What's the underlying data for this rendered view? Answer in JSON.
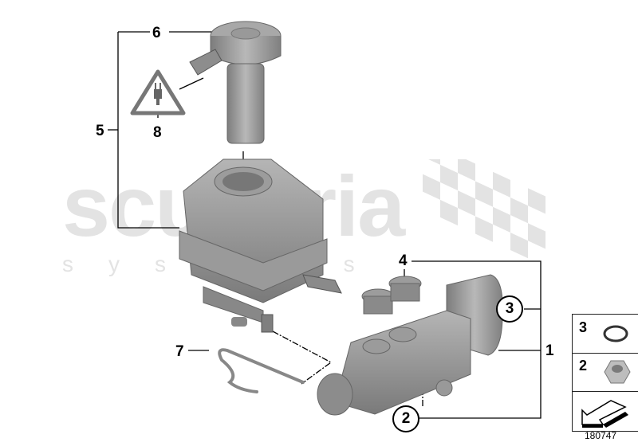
{
  "watermark": {
    "brand": "scuderia",
    "tagline": "systems"
  },
  "callouts": [
    {
      "id": "1",
      "style": "plain"
    },
    {
      "id": "2",
      "style": "circled"
    },
    {
      "id": "3",
      "style": "circled"
    },
    {
      "id": "4",
      "style": "plain"
    },
    {
      "id": "5",
      "style": "plain"
    },
    {
      "id": "6",
      "style": "plain"
    },
    {
      "id": "7",
      "style": "plain"
    },
    {
      "id": "8",
      "style": "plain"
    }
  ],
  "labels": {
    "c1": "1",
    "c2": "2",
    "c3": "3",
    "c4": "4",
    "c5": "5",
    "c6": "6",
    "c7": "7",
    "c8": "8"
  },
  "parts": {
    "master_cylinder": "1",
    "cap_screw_kit": "2",
    "o_ring": "3",
    "grommet_seals": "4",
    "reservoir_assembly": "5",
    "reservoir_cap_with_sensor": "6",
    "retaining_clip": "7",
    "electrical_connector_warning": "8"
  },
  "legend": {
    "rows": [
      {
        "num": "3",
        "icon": "o-ring-icon"
      },
      {
        "num": "2",
        "icon": "hex-nut-icon"
      },
      {
        "num": "",
        "icon": "arrow-icon"
      }
    ],
    "code": "180747"
  },
  "colors": {
    "part_gray": "#9a9a9a",
    "watermark": "#e3e3e3",
    "line": "#000000"
  }
}
